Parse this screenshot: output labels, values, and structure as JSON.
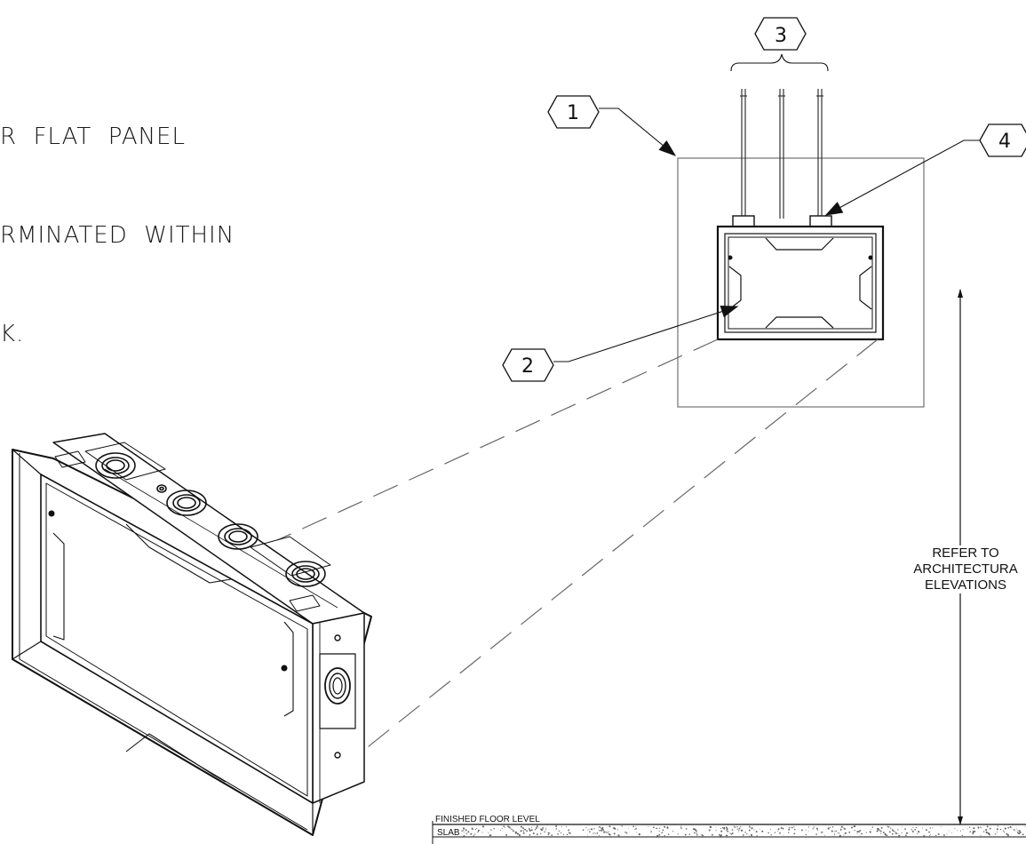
{
  "note": {
    "lines": [
      "R  FLAT  PANEL",
      "RMINATED  WITHIN",
      "K."
    ]
  },
  "callouts": [
    "1",
    "2",
    "3",
    "4"
  ],
  "dimension": {
    "lines": [
      "REFER  TO",
      "ARCHITECTURA",
      "ELEVATIONS"
    ]
  },
  "floor": {
    "finished_floor_label": "FINISHED FLOOR LEVEL",
    "slab_label": "SLAB"
  }
}
